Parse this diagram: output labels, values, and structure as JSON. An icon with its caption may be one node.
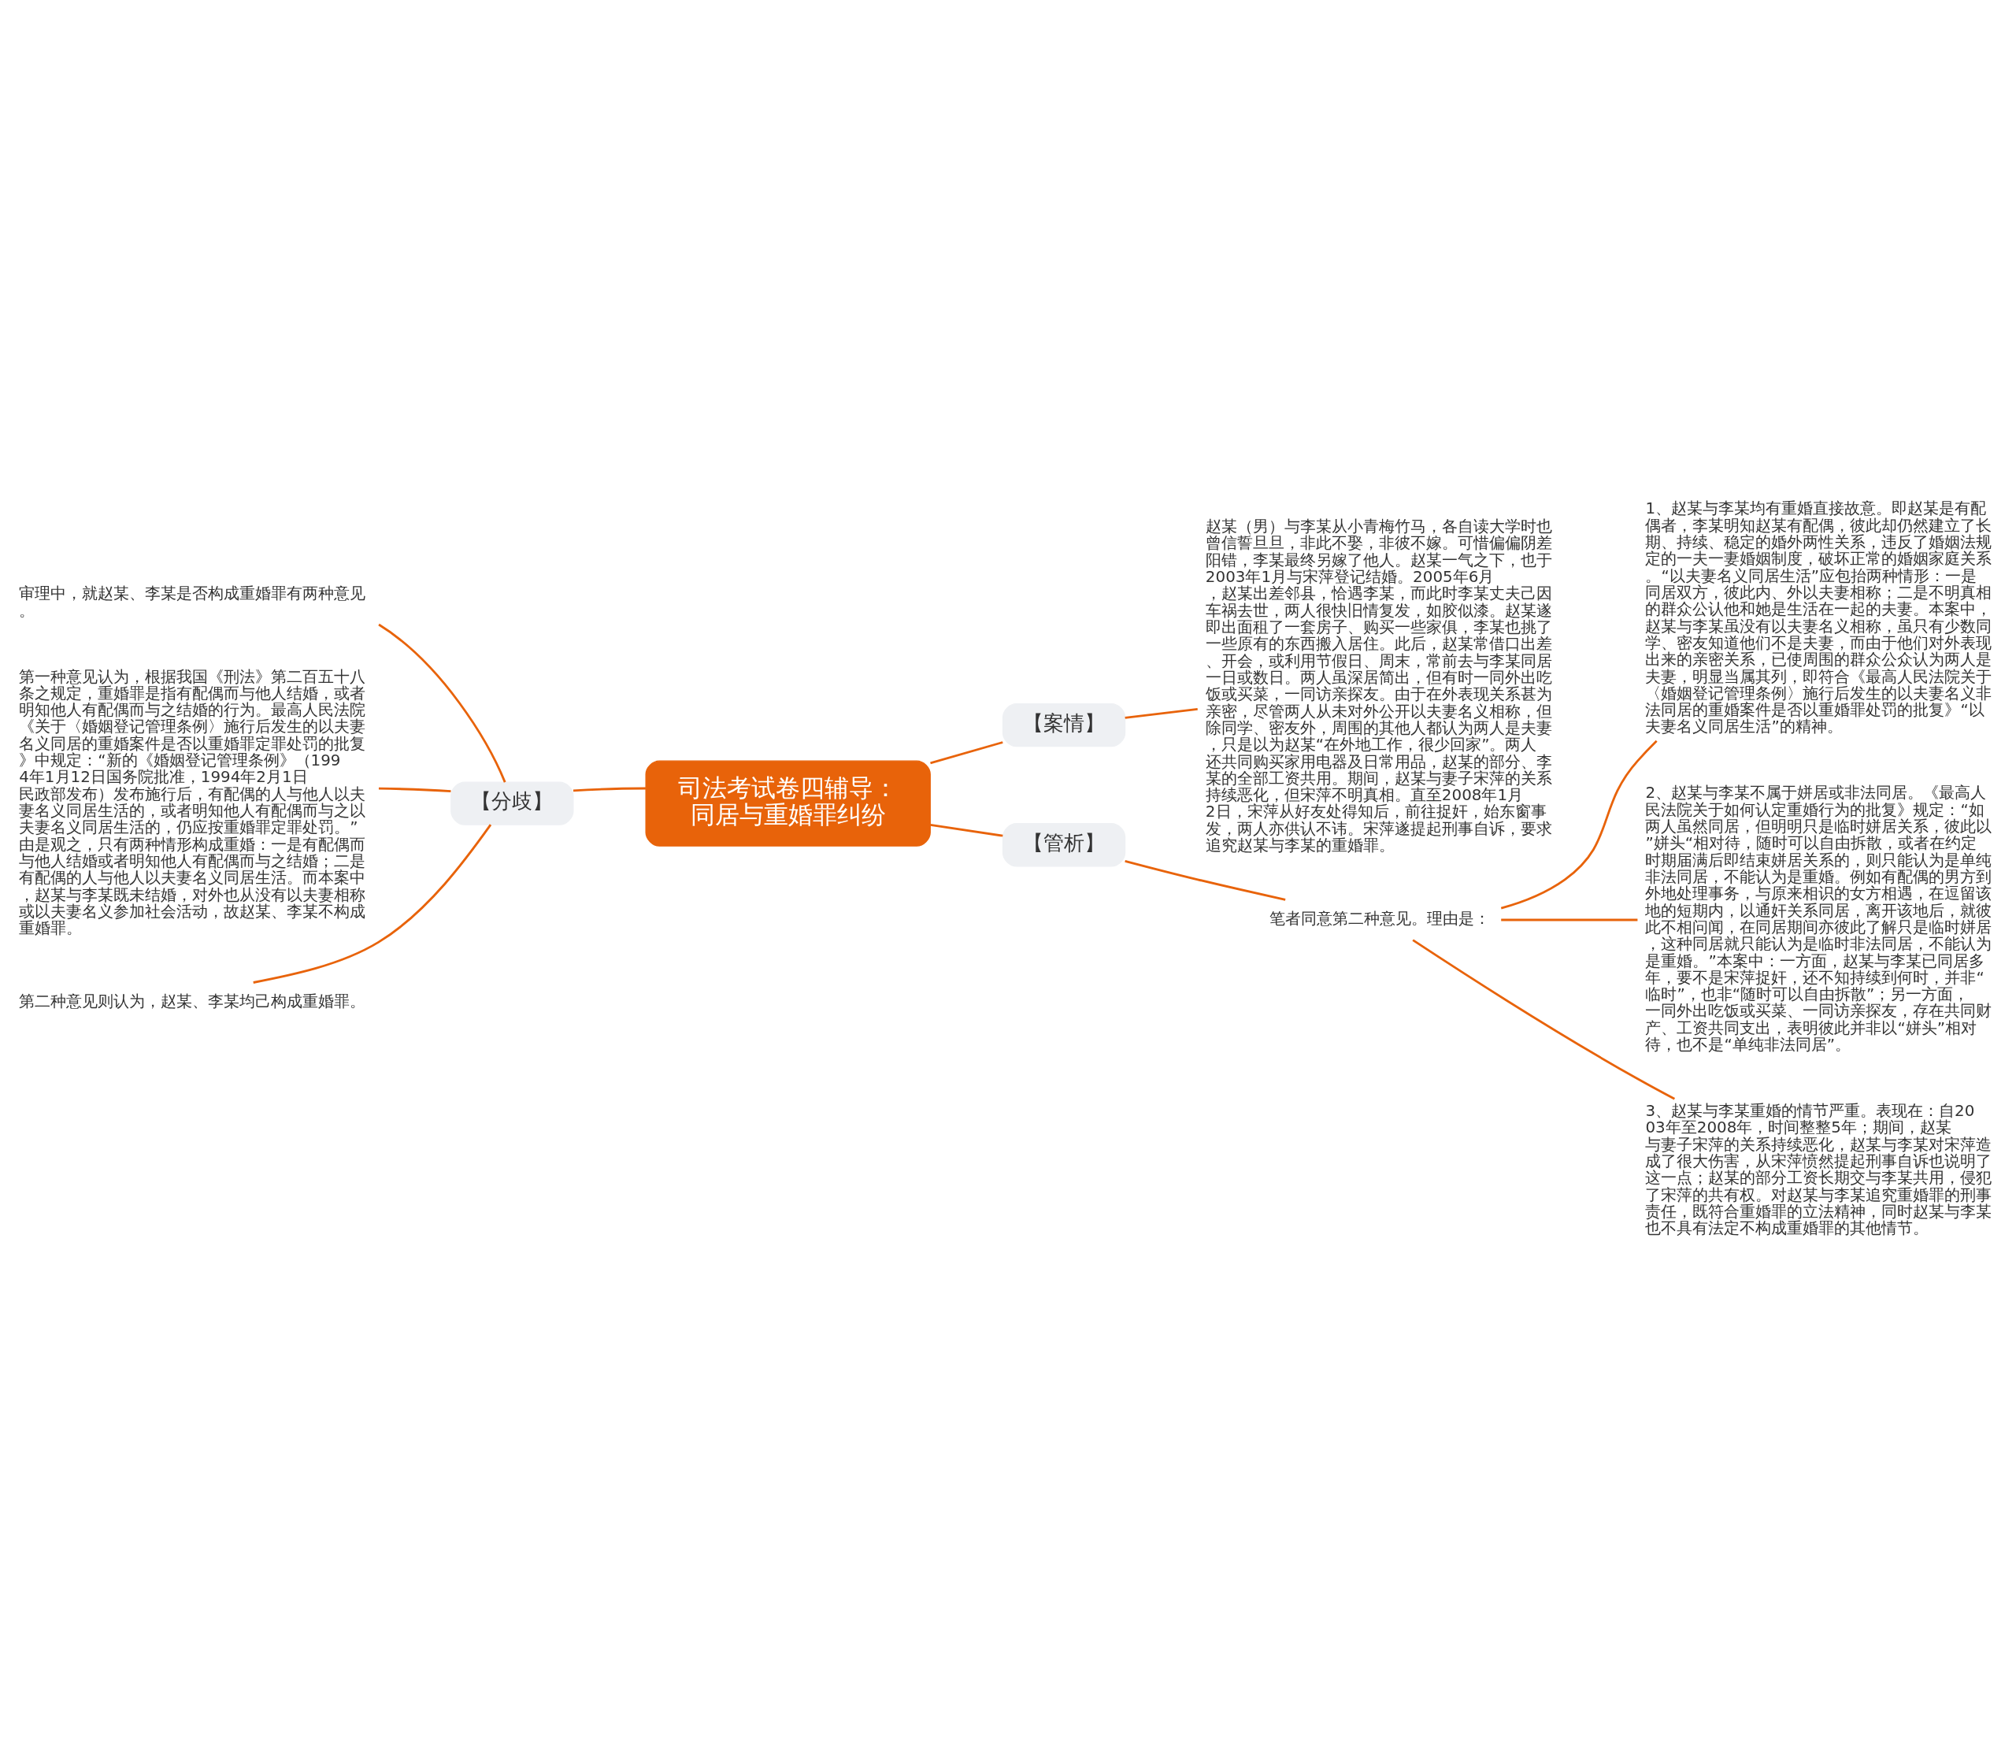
{
  "diagram": {
    "nodes": [
      {
        "text": [
          "司法考试卷四辅导：同居与重婚罪纠纷"
        ]
      },
      {
        "text": [
          "【案情】"
        ]
      },
      {
        "text": [
          "赵某（男）与李某从小青梅竹马，各自读大学时也曾信誓旦旦，非此不娶，非彼不嫁。可惜偏偏阴差阳错，李某最终另嫁了他人。赵某一气之下，也于2003年1月与宋萍登记结婚。2005年6月，赵某出差邻县，恰遇李某，而此时李某丈夫己因车祸去世，两人很快旧情复发，如胶似漆。赵某遂即出面租了一套房子、购买一些家俱，李某也挑了一些原有的东西搬入居住。此后，赵某常借口出差、开会，或利用节假日、周末，常前去与李某同居一日或数日。两人虽深居简出，但有时一同外出吃饭或买菜，一同访亲探友。由于在外表现关系甚为亲密，尽管两人从未对外公开以夫妻名义相称，但除同学、密友外，周围的其他人都认为两人是夫妻，只是以为赵某“在外地工作，很少回家”。两人还共同购买家用电器及日常用品，赵某的部分、李某的全部工资共用。期间，赵某与妻子宋萍的关系持续恶化，但宋萍不明真相。直至2008年1月2日，宋萍从好友处得知后，前往捉奸，始东窗事发，两人亦供认不讳。宋萍遂提起刑事自诉，要求追究赵某与李某的重婚罪。"
        ]
      },
      {
        "text": [
          "【分歧】"
        ]
      },
      {
        "text": [
          "审理中，就赵某、李某是否构成重婚罪有两种意见。"
        ]
      },
      {
        "text": [
          "第一种意见认为，根据我国《刑法》第二百五十八条之规定，重婚罪是指有配偶而与他人结婚，或者明知他人有配偶而与之结婚的行为。最高人民法院《关于〈婚姻登记管理条例〉施行后发生的以夫妻名义同居的重婚案件是否以重婚罪定罪处罚的批复》中规定：“新的《婚姻登记管理条例》（1994年1月12日国务院批准，1994年2月1日民政部发布）发布施行后，有配偶的人与他人以夫妻名义同居生活的，或者明知他人有配偶而与之以夫妻名义同居生活的，仍应按重婚罪定罪处罚。”由是观之，只有两种情形构成重婚：一是有配偶而与他人结婚或者明知他人有配偶而与之结婚；二是有配偶的人与他人以夫妻名义同居生活。而本案中，赵某与李某既未结婚，对外也从没有以夫妻相称或以夫妻名义参加社会活动，故赵某、李某不构成重婚罪。"
        ]
      },
      {
        "text": [
          "第二种意见则认为，赵某、李某均己构成重婚罪。"
        ]
      },
      {
        "text": [
          "【管析】"
        ]
      },
      {
        "text": [
          "笔者同意第二种意见。理由是："
        ]
      },
      {
        "text": [
          "1、赵某与李某均有重婚直接故意。即赵某是有配偶者，李某明知赵某有配偶，彼此却仍然建立了长期、持续、稳定的婚外两性关系，违反了婚姻法规定的一夫一妻婚姻制度，破坏正常的婚姻家庭关系。“以夫妻名义同居生活”应包抬两种情形：一是同居双方，彼此内、外以夫妻相称；二是不明真相的群众公认他和她是生活在一起的夫妻。本案中，赵某与李某虽没有以夫妻名义相称，虽只有少数同学、密友知道他们不是夫妻，而由于他们对外表现出来的亲密关系，已使周围的群众公众认为两人是夫妻，明显当属其列，即符合《最高人民法院关于〈婚姻登记管理条例〉施行后发生的以夫妻名义非法同居的重婚案件是否以重婚罪处罚的批复》“以夫妻名义同居生活”的精神。"
        ]
      },
      {
        "text": [
          "2、赵某与李某不属于姘居或非法同居。《最高人民法院关于如何认定重婚行为的批复》规定：“如两人虽然同居，但明明只是临时姘居关系，彼此以”姘头“相对待，随时可以自由拆散，或者在约定时期届满后即结束姘居关系的，则只能认为是单纯非法同居，不能认为是重婚。例如有配偶的男方到外地处理事务，与原来相识的女方相遇，在逗留该地的短期内，以通奸关系同居，离开该地后，就彼此不相问闻，在同居期间亦彼此了解只是临时姘居，这种同居就只能认为是临时非法同居，不能认为是重婚。”本案中：一方面，赵某与李某已同居多年，要不是宋萍捉奸，还不知持续到何时，并非“临时”，也非“随时可以自由拆散”；另一方面，一同外出吃饭或买菜、一同访亲探友，存在共同财产、工资共同支出，表明彼此并非以“姘头”相对待，也不是“单纯非法同居”。"
        ]
      },
      {
        "text": [
          "3、赵某与李某重婚的情节严重。表现在：自2003年至2008年，时间整整5年；期间，赵某与妻子宋萍的关系持续恶化，赵某与李某对宋萍造成了很大伤害，从宋萍愤然提起刑事自诉也说明了这一点；赵某的部分工资长期交与李某共用，侵犯了宋萍的共有权。对赵某与李某追究重婚罪的刑事责任，既符合重婚罪的立法精神，同时赵某与李某也不具有法定不构成重婚罪的其他情节。"
        ]
      }
    ],
    "edges": [
      {
        "from": 0,
        "to": 1,
        "arrow": "none"
      },
      {
        "from": 1,
        "to": 2,
        "arrow": "none"
      },
      {
        "from": 0,
        "to": 3,
        "arrow": "none"
      },
      {
        "from": 3,
        "to": 4,
        "arrow": "none"
      },
      {
        "from": 3,
        "to": 5,
        "arrow": "none"
      },
      {
        "from": 3,
        "to": 6,
        "arrow": "none"
      },
      {
        "from": 0,
        "to": 7,
        "arrow": "none"
      },
      {
        "from": 7,
        "to": 8,
        "arrow": "none"
      },
      {
        "from": 8,
        "to": 9,
        "arrow": "none"
      },
      {
        "from": 8,
        "to": 10,
        "arrow": "none"
      },
      {
        "from": 8,
        "to": 11,
        "arrow": "none"
      }
    ]
  }
}
